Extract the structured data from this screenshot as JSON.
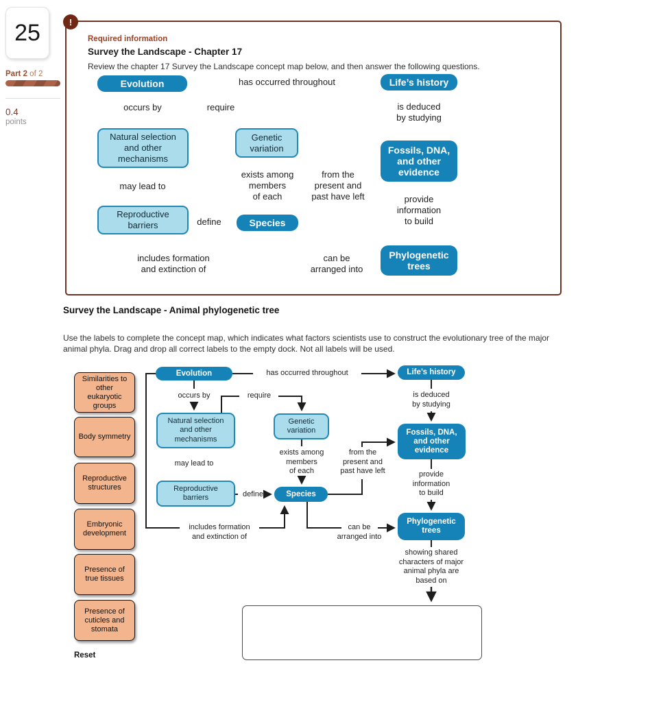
{
  "sidebar": {
    "question_number": "25",
    "part_label_bold": "Part 2",
    "part_label_rest": "of 2",
    "points_value": "0.4",
    "points_label": "points"
  },
  "panel": {
    "alert_icon": "!",
    "required_info": "Required information",
    "title": "Survey the Landscape - Chapter 17",
    "instructions": "Review the chapter 17 Survey the Landscape concept map below, and then answer the following questions."
  },
  "section": {
    "heading": "Survey the Landscape - Animal phylogenetic tree",
    "instructions": "Use the labels to complete the concept map, which indicates what factors scientists use to construct the evolutionary tree of the major animal phyla. Drag and drop all correct labels to the empty dock. Not all labels will be used."
  },
  "concept_map": {
    "evolution": "Evolution",
    "has_occurred_throughout": "has occurred throughout",
    "lifes_history": "Life’s history",
    "occurs_by": "occurs by",
    "require": "require",
    "is_deduced": "is deduced\nby studying",
    "natural_selection": "Natural selection\nand other\nmechanisms",
    "genetic_variation": "Genetic\nvariation",
    "fossils_dna": "Fossils, DNA,\nand other\nevidence",
    "exists_among": "exists among\nmembers\nof each",
    "from_the_present": "from the\npresent and\npast have left",
    "may_lead_to": "may lead to",
    "reproductive_barriers": "Reproductive\nbarriers",
    "define": "define",
    "species": "Species",
    "provide_information": "provide\ninformation\nto build",
    "includes_formation": "includes formation\nand extinction of",
    "can_be_arranged": "can be\narranged into",
    "phylogenetic_trees": "Phylogenetic\ntrees",
    "showing_shared": "showing shared\ncharacters of major\nanimal phyla are\nbased on"
  },
  "labels_dock": {
    "items": [
      {
        "label": "Similarities to\nother\neukaryotic\ngroups"
      },
      {
        "label": "Body symmetry"
      },
      {
        "label": "Reproductive\nstructures"
      },
      {
        "label": "Embryonic\ndevelopment"
      },
      {
        "label": "Presence of\ntrue tissues"
      },
      {
        "label": "Presence of\ncuticles and\nstomata"
      }
    ],
    "reset_label": "Reset"
  },
  "colors": {
    "dark_blue": "#1583b8",
    "light_blue": "#aadcec",
    "box_border_blue": "#2187b5",
    "maroon_border": "#6e3223",
    "rust_text": "#9c4228",
    "salmon": "#f3b58d"
  }
}
